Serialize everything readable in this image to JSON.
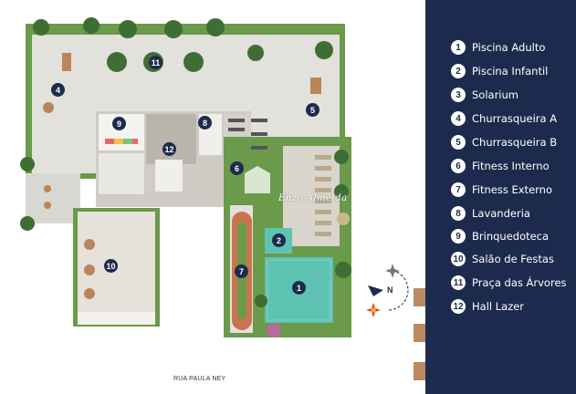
{
  "legend": [
    {
      "num": "1",
      "label": "Piscina Adulto"
    },
    {
      "num": "2",
      "label": "Piscina Infantil"
    },
    {
      "num": "3",
      "label": "Solarium"
    },
    {
      "num": "4",
      "label": "Churrasqueira A"
    },
    {
      "num": "5",
      "label": "Churrasqueira B"
    },
    {
      "num": "6",
      "label": "Fitness Interno"
    },
    {
      "num": "7",
      "label": "Fitness Externo"
    },
    {
      "num": "8",
      "label": "Lavanderia"
    },
    {
      "num": "9",
      "label": "Brinquedoteca"
    },
    {
      "num": "10",
      "label": "Salão de Festas"
    },
    {
      "num": "11",
      "label": "Praça das Árvores"
    },
    {
      "num": "12",
      "label": "Hall Lazer"
    }
  ],
  "street_label": "RUA PAULA NEY",
  "watermark": "Enzo Almeida",
  "compass": {
    "label": "N"
  },
  "colors": {
    "panel": "#1c2b4d",
    "marker": "#1c2b4d",
    "pool": "#5fc3b3",
    "floor": "#e3e1dc",
    "grass": "#6a9a4a",
    "track": "#c9744e"
  }
}
